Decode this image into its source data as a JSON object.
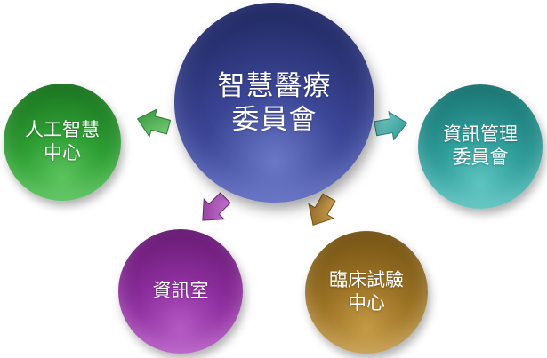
{
  "diagram": {
    "center": {
      "label": "智慧醫療\n委員會",
      "color": "#2e3882"
    },
    "nodes": [
      {
        "id": "ai",
        "label": "人工智慧\n中心",
        "color": "#2e9f34"
      },
      {
        "id": "imc",
        "label": "資訊管理\n委員會",
        "color": "#2f9d9a"
      },
      {
        "id": "it",
        "label": "資訊室",
        "color": "#8e2f9f"
      },
      {
        "id": "ct",
        "label": "臨床試驗\n中心",
        "color": "#9c7325"
      }
    ],
    "arrows": [
      {
        "to": "ai",
        "color": "#3fae45"
      },
      {
        "to": "imc",
        "color": "#3aa8a5"
      },
      {
        "to": "it",
        "color": "#9d3aae"
      },
      {
        "to": "ct",
        "color": "#a67a2a"
      }
    ]
  }
}
